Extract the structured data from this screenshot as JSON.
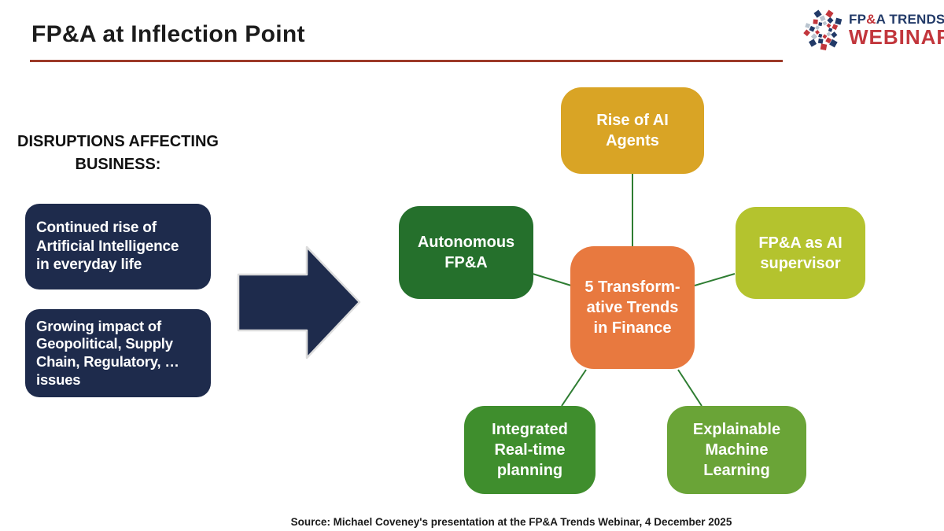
{
  "slide": {
    "title": "FP&A at Inflection Point",
    "source_line": "Source: Michael Coveney's presentation at the FP&A Trends Webinar, 4 December 2025"
  },
  "logo": {
    "fp": "FP",
    "amp": "&",
    "a_trends": "A TRENDS",
    "webinar": "WEBINAR",
    "navy": "#223a68",
    "red": "#c2363c",
    "silver": "#b9c4cf"
  },
  "left_panel": {
    "heading": "DISRUPTIONS AFFECTING\nBUSINESS:",
    "items": [
      {
        "text": "Continued rise of\nArtificial Intelligence\nin everyday life",
        "color": "#1e2b4c"
      },
      {
        "text": "Growing impact of\nGeopolitical, Supply\nChain, Regulatory, …\nissues",
        "color": "#1e2b4c"
      }
    ],
    "arrow_color": "#1e2b4c"
  },
  "diagram": {
    "center": {
      "label": "5 Transform-\native Trends\nin Finance",
      "color": "#e8793f"
    },
    "nodes": [
      {
        "id": "top",
        "label": "Rise of AI\nAgents",
        "color": "#d9a425"
      },
      {
        "id": "right",
        "label": "FP&A as AI\nsupervisor",
        "color": "#b4c32e"
      },
      {
        "id": "bottom-right",
        "label": "Explainable\nMachine\nLearning",
        "color": "#6aa437"
      },
      {
        "id": "bottom-left",
        "label": "Integrated\nReal-time\nplanning",
        "color": "#3f8e2d"
      },
      {
        "id": "left",
        "label": "Autonomous\nFP&A",
        "color": "#25702c"
      }
    ],
    "connector_color": "#2e7d32"
  },
  "accents": {
    "title_rule": "#9c3a28",
    "text": "#1a1a1a"
  }
}
